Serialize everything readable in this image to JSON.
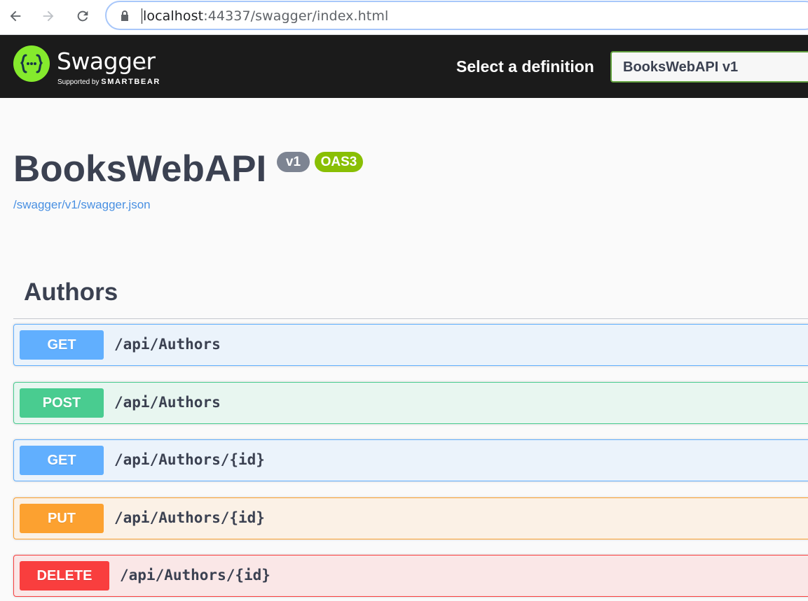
{
  "browser": {
    "url_host": "localhost",
    "url_rest": ":44337/swagger/index.html"
  },
  "topbar": {
    "logo_text": "Swagger",
    "logo_tm": "™",
    "tagline_prefix": "Supported by",
    "tagline_brand": "SMARTBEAR",
    "definition_label": "Select a definition",
    "definition_selected": "BooksWebAPI v1"
  },
  "info": {
    "title": "BooksWebAPI",
    "version_badge": "v1",
    "oas_badge": "OAS3",
    "spec_link": "/swagger/v1/swagger.json"
  },
  "tag": {
    "name": "Authors",
    "operations": [
      {
        "method": "GET",
        "path": "/api/Authors"
      },
      {
        "method": "POST",
        "path": "/api/Authors"
      },
      {
        "method": "GET",
        "path": "/api/Authors/{id}"
      },
      {
        "method": "PUT",
        "path": "/api/Authors/{id}"
      },
      {
        "method": "DELETE",
        "path": "/api/Authors/{id}"
      }
    ]
  },
  "colors": {
    "get": "#61affe",
    "post": "#49cc90",
    "put": "#fca130",
    "delete": "#f93e3e",
    "swagger_green": "#85ea2d",
    "topbar_bg": "#1b1b1b"
  }
}
